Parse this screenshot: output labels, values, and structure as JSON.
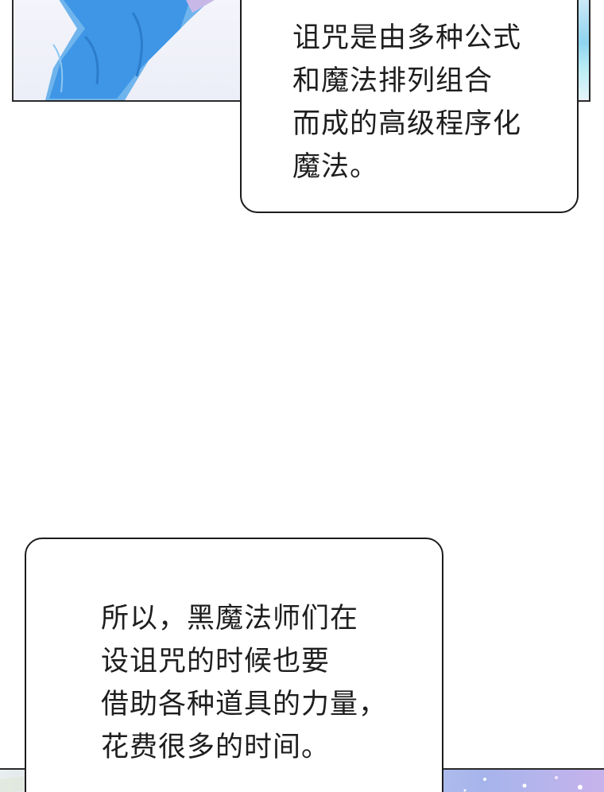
{
  "panels": {
    "top": {
      "description_icon": "character-sleeve-art"
    },
    "bottom": {
      "description_icon": "sky-background-art"
    }
  },
  "bubbles": [
    {
      "lines": [
        "诅咒是由多种公式",
        "和魔法排列组合",
        "而成的高级程序化",
        "魔法。"
      ]
    },
    {
      "lines": [
        "所以，黑魔法师们在",
        "设诅咒的时候也要",
        "借助各种道具的力量，",
        "花费很多的时间。"
      ]
    }
  ],
  "colors": {
    "outline": "#1c1c1c",
    "text": "#1e1e1e",
    "sleeve": "#3f96e6"
  }
}
